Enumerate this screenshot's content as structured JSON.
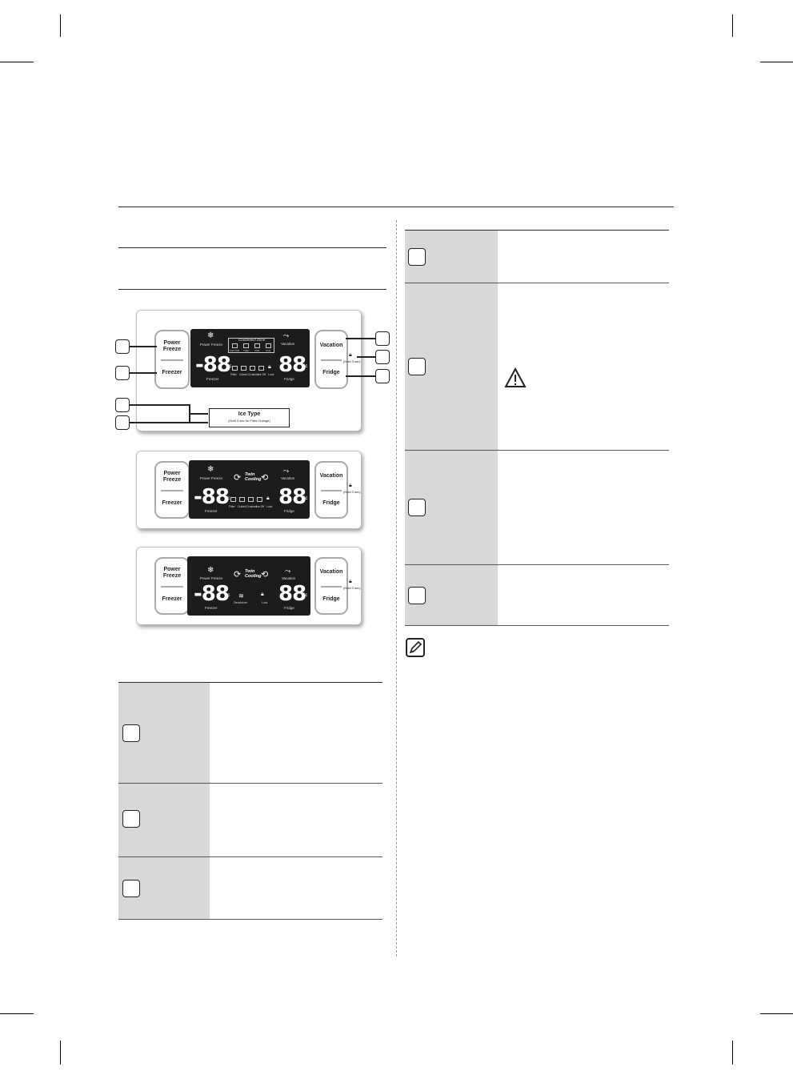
{
  "panel_main": {
    "btn_power_freeze": "Power\nFreeze",
    "btn_freezer": "Freezer",
    "btn_vacation": "Vacation",
    "btn_fridge": "Fridge",
    "lcd_power_freeze": "Power Freeze",
    "lcd_cool_zone": "CoolSelect Zone",
    "lcd_zone_items": [
      "Soft Chill",
      "Thaw",
      "Chill",
      "Cool"
    ],
    "lcd_vacation": "Vacation",
    "lcd_freezer_temp": "-88",
    "lcd_fridge_temp": "88",
    "lcd_unit": "°c",
    "lcd_freezer": "Freezer",
    "lcd_fridge": "Fridge",
    "lcd_indicators": [
      "Filter",
      "Cubed",
      "Crushed",
      "Ice Off",
      "Lock"
    ],
    "lock_label": "(Hold 3 sec)",
    "ice_type": "Ice Type",
    "ice_type_sub": "(Hold 3 sec for Filter Change)"
  },
  "panel_second": {
    "btn_power_freeze": "Power\nFreeze",
    "btn_freezer": "Freezer",
    "btn_vacation": "Vacation",
    "btn_fridge": "Fridge",
    "lcd_power_freeze": "Power Freeze",
    "twin_cooling": "Twin\nCooling",
    "lcd_vacation": "Vacation",
    "lcd_freezer_temp": "-88",
    "lcd_fridge_temp": "88",
    "lcd_unit": "°c",
    "lcd_freezer": "Freezer",
    "lcd_fridge": "Fridge",
    "lcd_indicators": [
      "Filter",
      "Cubed",
      "Crushed",
      "Ice Off",
      "Lock"
    ],
    "lock_label": "(Hold 3 sec)"
  },
  "panel_third": {
    "btn_power_freeze": "Power\nFreeze",
    "btn_freezer": "Freezer",
    "btn_vacation": "Vacation",
    "btn_fridge": "Fridge",
    "lcd_power_freeze": "Power Freeze",
    "twin_cooling": "Twin\nCooling",
    "lcd_vacation": "Vacation",
    "lcd_freezer_temp": "-88",
    "lcd_fridge_temp": "88",
    "lcd_unit": "°c",
    "lcd_freezer": "Freezer",
    "lcd_fridge": "Fridge",
    "lcd_deodorizer": "Deodorizer",
    "lcd_lock": "Lock",
    "lock_label": "(Hold 3 sec)"
  },
  "icons": {
    "warning": "warning-triangle-icon",
    "note": "note-pencil-icon",
    "snowflake": "snowflake-icon",
    "lock": "lock-icon"
  }
}
